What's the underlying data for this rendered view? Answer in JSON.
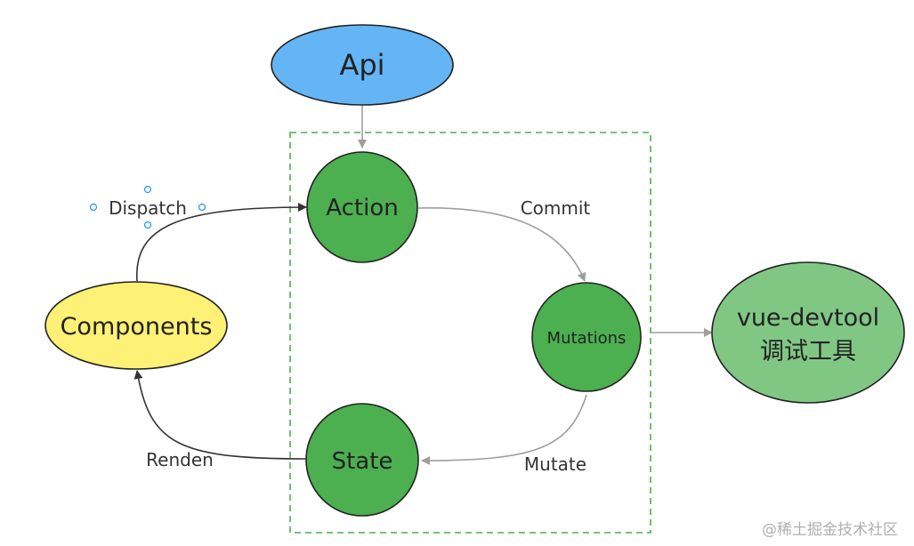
{
  "nodes": {
    "api": {
      "label": "Api",
      "fill": "#64b5f6"
    },
    "action": {
      "label": "Action",
      "fill": "#4caf50"
    },
    "mutations": {
      "label": "Mutations",
      "fill": "#4caf50"
    },
    "state": {
      "label": "State",
      "fill": "#4caf50"
    },
    "components": {
      "label": "Components",
      "fill": "#fff176"
    },
    "devtool": {
      "label_line1": "vue-devtool",
      "label_line2": "调试工具",
      "fill": "#81c784"
    }
  },
  "edges": {
    "dispatch": "Dispatch",
    "commit": "Commit",
    "mutate": "Mutate",
    "renden": "Renden"
  },
  "colors": {
    "dashed_box": "#4caf50",
    "gray_arrow": "#9e9e9e",
    "dark_arrow": "#333333",
    "node_stroke": "#222222",
    "selection_handle": "#2196f3"
  },
  "watermark": "@稀土掘金技术社区"
}
